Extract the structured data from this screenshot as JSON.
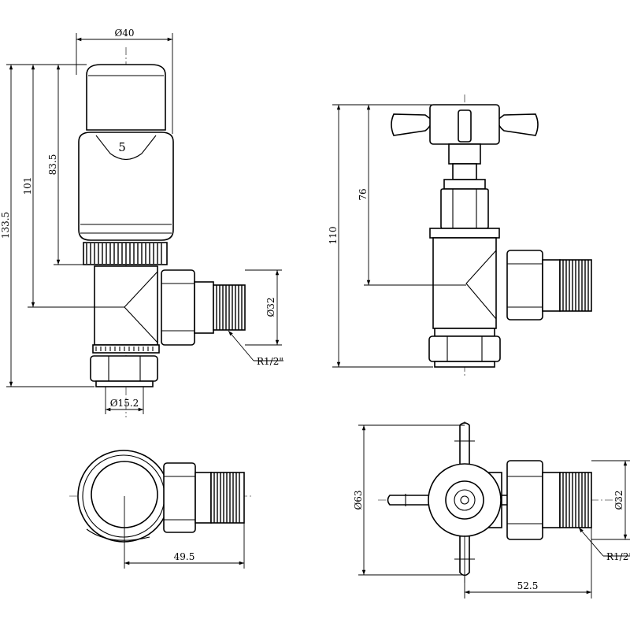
{
  "views": {
    "thermo_front": {
      "dial_number": "5",
      "dims": {
        "top_width": "Ø40",
        "height_total": "133.5",
        "height_outlet": "101",
        "height_cap": "83.5",
        "thread_dia": "Ø32",
        "thread_label": "R1/2\"",
        "bottom_dia": "Ø15.2"
      }
    },
    "thermo_top": {
      "dims": {
        "length": "49.5"
      }
    },
    "manual_front": {
      "dims": {
        "height_total": "110",
        "height_outlet": "76"
      }
    },
    "manual_top": {
      "dims": {
        "handle_dia": "Ø63",
        "thread_dia": "Ø32",
        "thread_label": "R1/2\"",
        "length": "52.5"
      }
    }
  }
}
